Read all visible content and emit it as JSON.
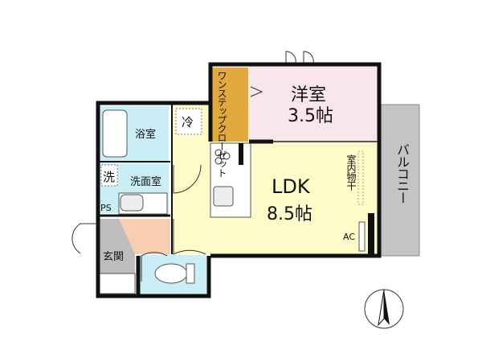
{
  "rooms": {
    "western": {
      "name": "洋室",
      "size": "3.5帖"
    },
    "closet": {
      "name": "ワンステップクローゼット"
    },
    "ldk": {
      "name": "LDK",
      "size": "8.5帖"
    },
    "bath": {
      "name": "浴室"
    },
    "washroom": {
      "name": "洗面室"
    },
    "entrance": {
      "name": "玄関"
    },
    "balcony": {
      "name": "バルコニー"
    }
  },
  "markers": {
    "fridge": "冷",
    "washer": "洗",
    "ps": "PS",
    "ac": "AC",
    "indoor_drying": "室内物干"
  },
  "colors": {
    "western": "#f8e6ea",
    "closet": "#e2a93c",
    "ldk": "#fdfbc8",
    "wet": "#c9eef5",
    "hall": "#f7cfb0",
    "entrance": "#bdbdbd",
    "balcony": "#c4c4c4",
    "wall": "#111111"
  }
}
